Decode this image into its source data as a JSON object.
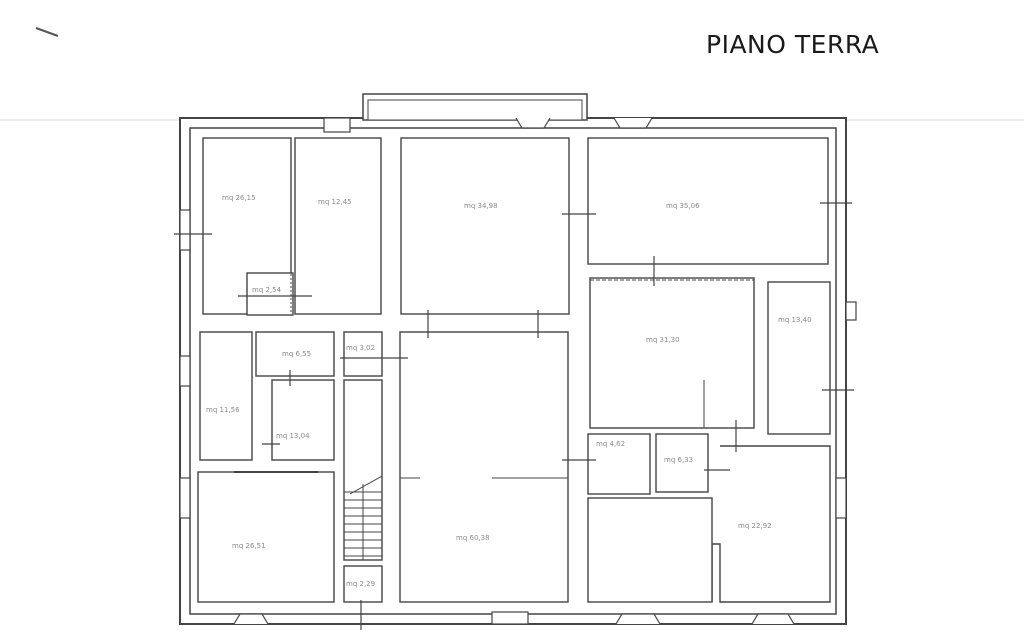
{
  "title": "PIANO TERRA",
  "colors": {
    "wall": "#444444",
    "wall_fill": "#ffffff",
    "faint_line": "#c8c8c8",
    "label": "#8a8a8a"
  },
  "rooms": [
    {
      "id": "r1",
      "label": "mq 26,15"
    },
    {
      "id": "r2",
      "label": "mq 12,45"
    },
    {
      "id": "r3",
      "label": "mq 34,98"
    },
    {
      "id": "r4",
      "label": "mq 35,06"
    },
    {
      "id": "r5",
      "label": "mq 2,54"
    },
    {
      "id": "r6",
      "label": "mq 6,55"
    },
    {
      "id": "r7",
      "label": "mq 3,02"
    },
    {
      "id": "r8",
      "label": "mq 11,56"
    },
    {
      "id": "r9",
      "label": "mq 13,04"
    },
    {
      "id": "r10",
      "label": "mq 26,51"
    },
    {
      "id": "r11",
      "label": "mq 31,30"
    },
    {
      "id": "r12",
      "label": "mq 60,38"
    },
    {
      "id": "r13",
      "label": "mq 13,40"
    },
    {
      "id": "r14",
      "label": "mq 4,62"
    },
    {
      "id": "r15",
      "label": "mq 6,33"
    },
    {
      "id": "r16",
      "label": "mq 22,92"
    },
    {
      "id": "r17",
      "label": "mq 2,29"
    }
  ]
}
